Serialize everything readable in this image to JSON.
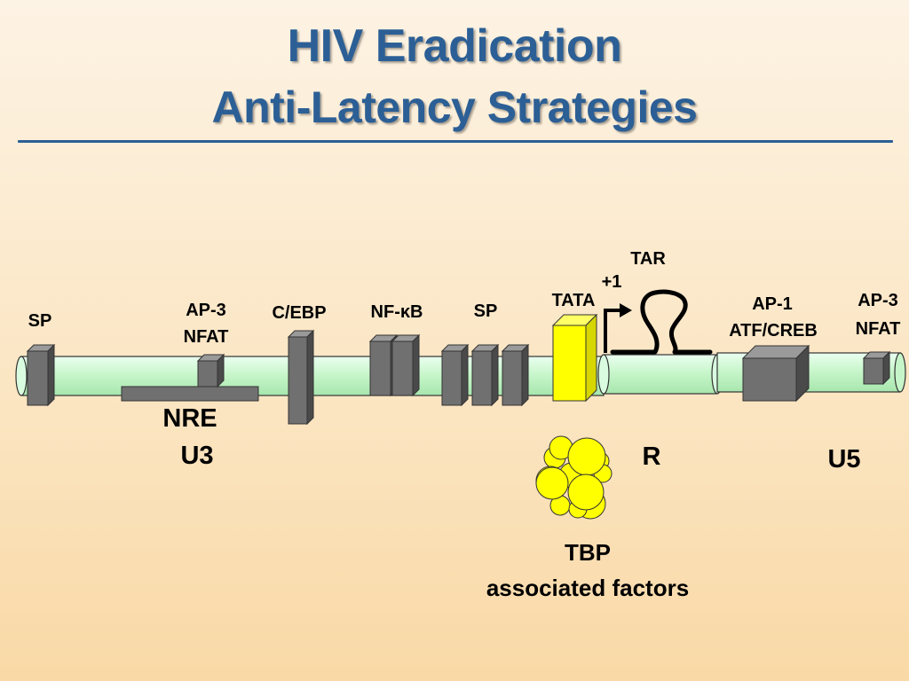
{
  "slide": {
    "title_line1": "HIV Eradication",
    "title_line2": "Anti-Latency Strategies"
  },
  "diagram": {
    "sites": {
      "sp_left": "SP",
      "ap3_nfat_left_1": "AP-3",
      "ap3_nfat_left_2": "NFAT",
      "cebp": "C/EBP",
      "nfkb": "NF-κB",
      "sp_mid": "SP",
      "tata": "TATA",
      "tar": "TAR",
      "plus1": "+1",
      "ap1_1": "AP-1",
      "ap1_2": "ATF/CREB",
      "ap3_nfat_right_1": "AP-3",
      "ap3_nfat_right_2": "NFAT"
    },
    "regions": {
      "nre": "NRE",
      "u3": "U3",
      "r": "R",
      "u5": "U5"
    },
    "tbp_1": "TBP",
    "tbp_2": "associated factors",
    "colors": {
      "tube": "#c8f7c8",
      "box": "#707070",
      "tata": "#ffff00",
      "title": "#2c5f95"
    }
  }
}
